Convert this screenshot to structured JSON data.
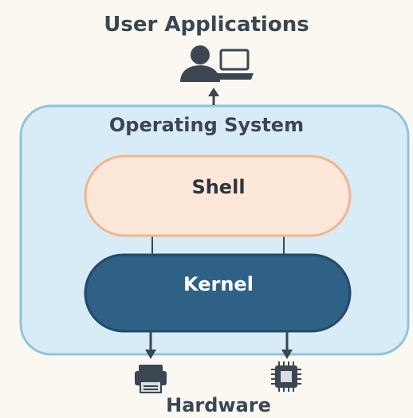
{
  "diagram": {
    "user_applications_label": "User Applications",
    "operating_system_label": "Operating System",
    "shell_label": "Shell",
    "kernel_label": "Kernel",
    "hardware_label": "Hardware",
    "colors": {
      "background": "#fbf8f2",
      "os_fill": "#d7ecf6",
      "os_border": "#8fc3dc",
      "shell_fill": "#fde7d8",
      "shell_border": "#f0b58f",
      "kernel_fill": "#2f6085",
      "kernel_border": "#24486a",
      "dark_icon": "#3b4652"
    },
    "icons": {
      "user": "user-icon",
      "laptop": "laptop-icon",
      "printer": "printer-icon",
      "chip": "cpu-chip-icon"
    }
  }
}
